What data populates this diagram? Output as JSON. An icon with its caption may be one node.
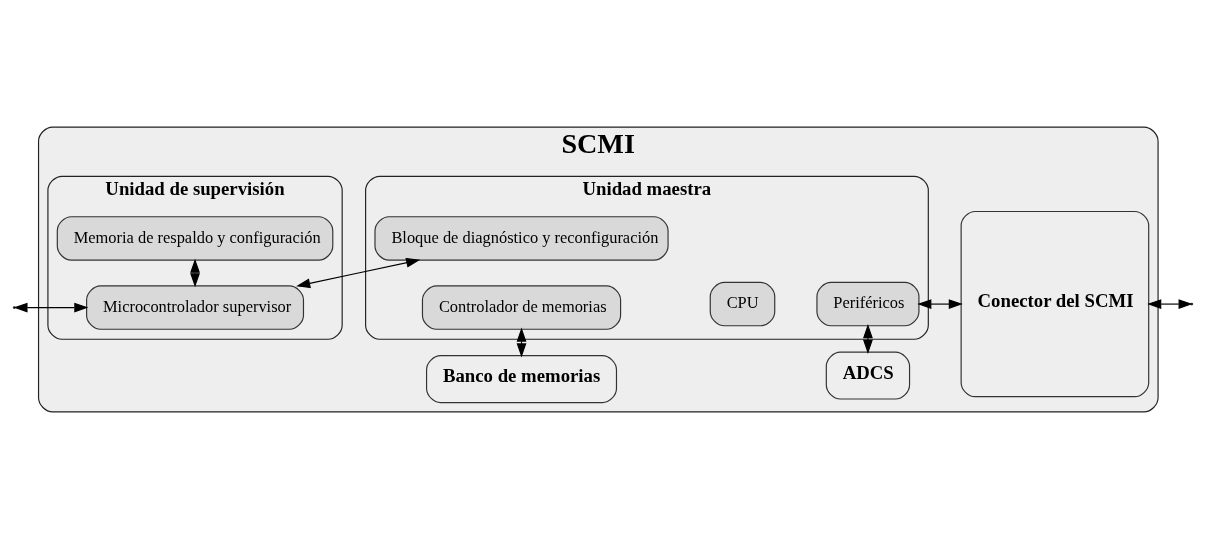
{
  "diagram": {
    "nodes": [
      {
        "text": [
          "SCMI"
        ]
      },
      {
        "text": [
          "Unidad de supervisión"
        ],
        "in": 0
      },
      {
        "text": [
          "Microcontrolador supervisor"
        ],
        "in": 1
      },
      {
        "text": [
          "Memoria de respaldo y configuración"
        ],
        "in": 1
      },
      {
        "text": [
          "Unidad maestra"
        ],
        "in": 0
      },
      {
        "text": [
          "Bloque de diagnóstico y reconfiguración"
        ],
        "in": 4
      },
      {
        "text": [
          "CPU"
        ],
        "in": 4
      },
      {
        "text": [
          "Periféricos"
        ],
        "in": 4
      },
      {
        "text": [
          "Controlador de memorias"
        ],
        "in": 4
      },
      {
        "text": [
          "Conector del SCMI"
        ],
        "in": 0
      },
      {
        "text": [
          "Banco de memorias"
        ],
        "in": 0
      },
      {
        "text": [
          "ADCS"
        ],
        "in": 0
      }
    ],
    "edges": [
      {
        "from": null,
        "to": 2,
        "arrow": "both"
      },
      {
        "from": 2,
        "to": 5,
        "arrow": "both"
      },
      {
        "from": 2,
        "to": 3,
        "arrow": "both"
      },
      {
        "from": 7,
        "to": 9,
        "arrow": "both"
      },
      {
        "from": null,
        "to": 9,
        "arrow": "both"
      },
      {
        "from": 8,
        "to": 10,
        "arrow": "both"
      },
      {
        "from": 7,
        "to": 11,
        "arrow": "both"
      }
    ]
  }
}
